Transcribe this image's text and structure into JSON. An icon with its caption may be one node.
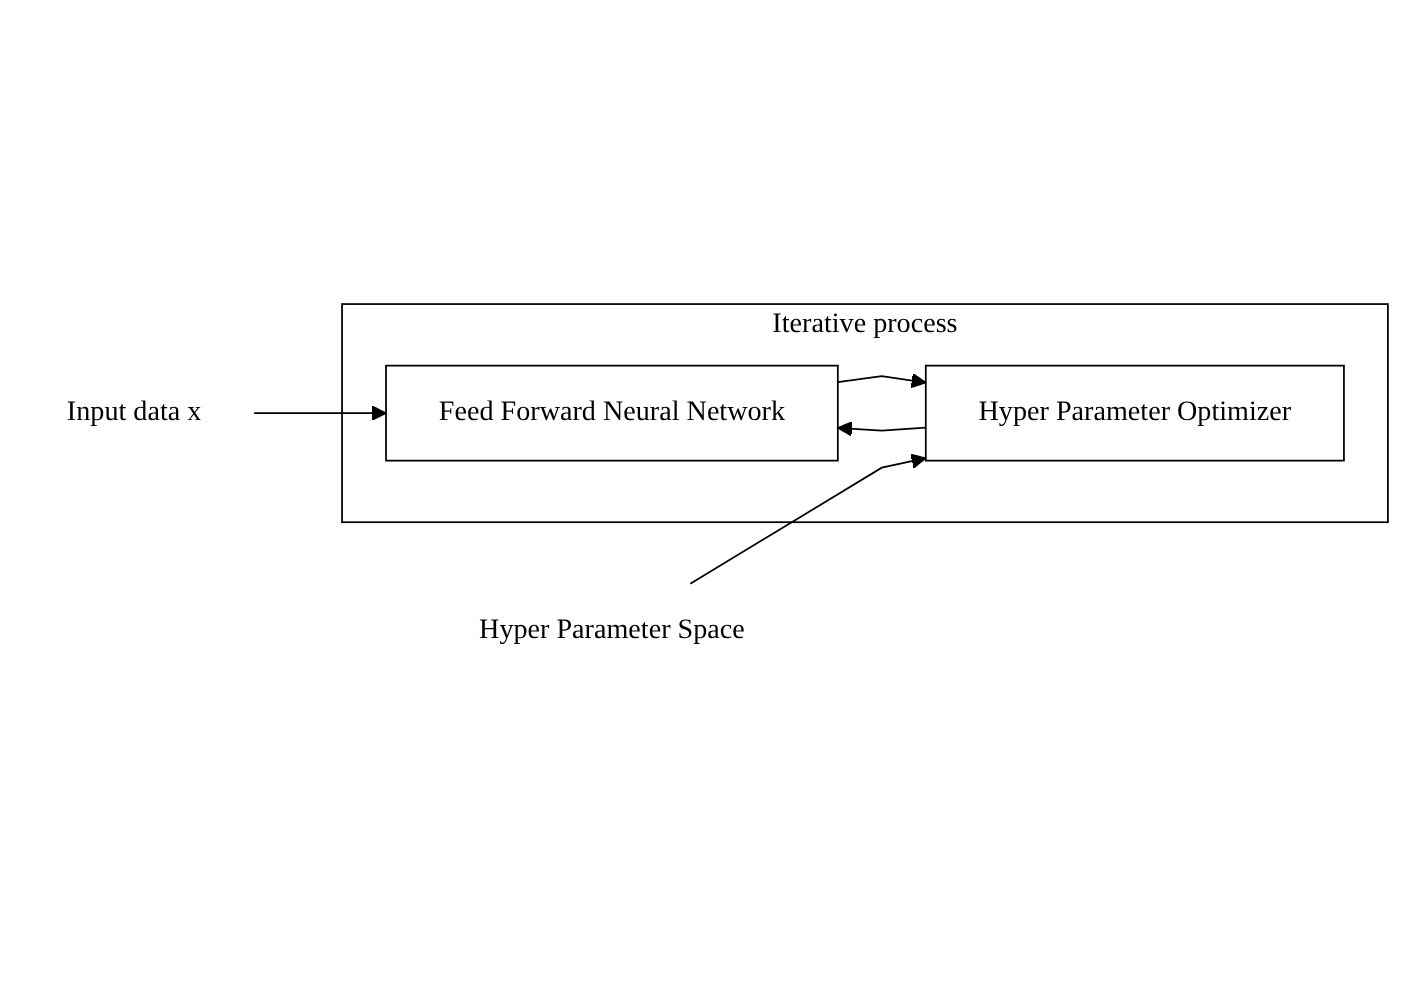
{
  "diagram": {
    "nodes": [
      {
        "text": [
          "Iterative process"
        ]
      },
      {
        "text": [
          "Input data x"
        ]
      },
      {
        "text": [
          "Feed Forward Neural Network"
        ],
        "in": 0
      },
      {
        "text": [
          "Hyper Parameter Space"
        ]
      },
      {
        "text": [
          "Hyper Parameter Optimizer"
        ],
        "in": 0
      }
    ],
    "edges": [
      {
        "from": 1,
        "to": 2,
        "arrow": "to"
      },
      {
        "from": 2,
        "to": 4,
        "arrow": "to"
      },
      {
        "from": 4,
        "to": 2,
        "arrow": "to"
      },
      {
        "from": 3,
        "to": 4,
        "arrow": "to"
      }
    ]
  }
}
